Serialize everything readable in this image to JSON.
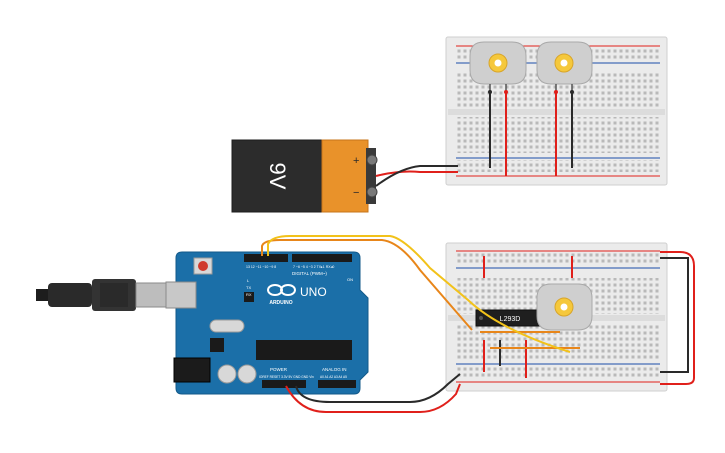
{
  "battery": {
    "label": "9V",
    "plus": "+",
    "minus": "−"
  },
  "arduino": {
    "brand": "ARDUINO",
    "model": "UNO",
    "digital_label": "DIGITAL (PWM~)",
    "power_label": "POWER",
    "analog_label": "ANALOG IN",
    "aref": "AREF",
    "gnd": "GND",
    "tx": "TX",
    "rx": "RX",
    "l": "L",
    "on": "ON",
    "top_pins": "13 12 ~11 ~10 ~9 8",
    "top_pins_b": "7 ~6 ~5 4 ~3 2 TX▸1 RX◂0",
    "power_pins": "IOREF RESET 3.3V 5V GND GND Vin",
    "analog_pins": "A0 A1 A2 A3 A4 A5"
  },
  "ic": {
    "label": "L293D"
  },
  "colors": {
    "board_blue": "#1b6fa8",
    "wire_red": "#e0201b",
    "wire_black": "#2a2a2a",
    "wire_orange": "#e8861a",
    "wire_yellow": "#f2c21a",
    "breadboard": "#e9e9e9",
    "motor_body": "#cfcfcf",
    "motor_gear": "#f5c83c"
  },
  "icons": [
    "usb-cable-icon",
    "motor-icon",
    "battery-icon",
    "chip-icon"
  ]
}
